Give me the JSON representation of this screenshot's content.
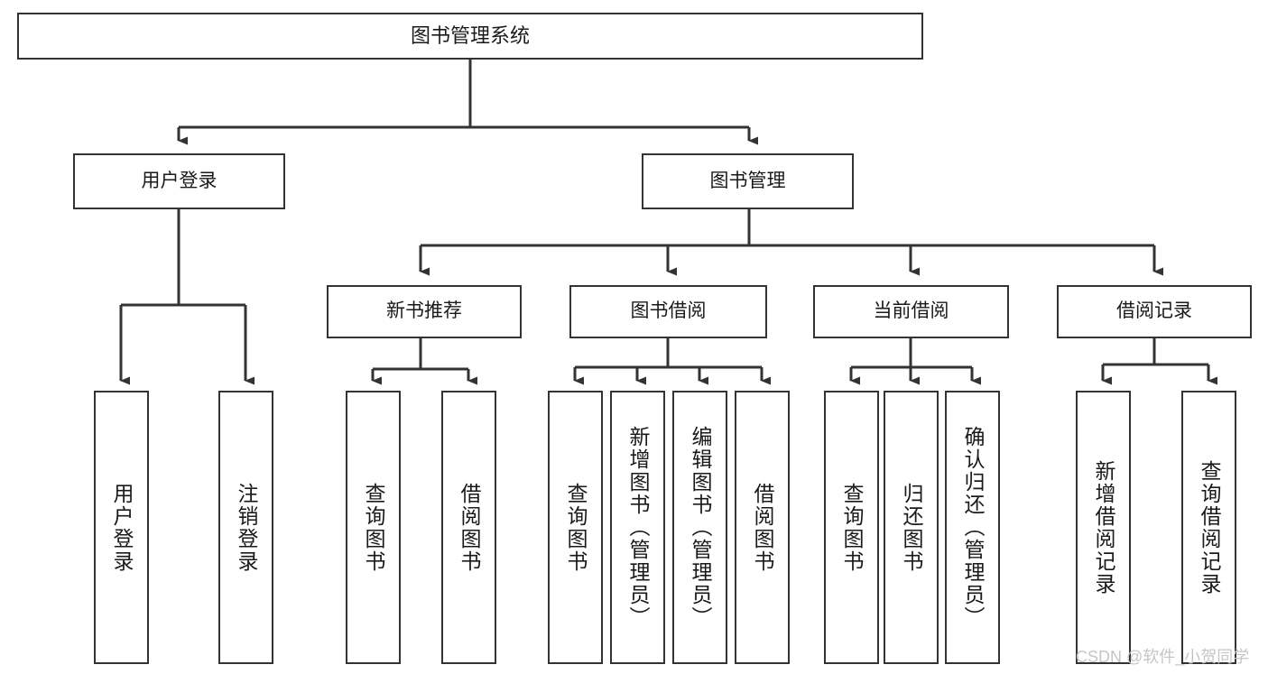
{
  "diagram": {
    "type": "tree-hierarchy-flowchart",
    "title": "图书管理系统",
    "background_color": "#ffffff",
    "box_border_color": "#333333",
    "connector_color": "#333333",
    "text_color": "#1a1a1a",
    "levels": [
      {
        "level": 1,
        "nodes": [
          {
            "id": "root",
            "label": "图书管理系统",
            "orientation": "horizontal"
          }
        ]
      },
      {
        "level": 2,
        "nodes": [
          {
            "id": "login",
            "label": "用户登录",
            "orientation": "horizontal",
            "parent": "root"
          },
          {
            "id": "bookmgmt",
            "label": "图书管理",
            "orientation": "horizontal",
            "parent": "root"
          }
        ]
      },
      {
        "level": 3,
        "nodes": [
          {
            "id": "newbook",
            "label": "新书推荐",
            "orientation": "horizontal",
            "parent": "bookmgmt"
          },
          {
            "id": "borrow",
            "label": "图书借阅",
            "orientation": "horizontal",
            "parent": "bookmgmt"
          },
          {
            "id": "current",
            "label": "当前借阅",
            "orientation": "horizontal",
            "parent": "bookmgmt"
          },
          {
            "id": "records",
            "label": "借阅记录",
            "orientation": "horizontal",
            "parent": "bookmgmt"
          }
        ]
      },
      {
        "level": 4,
        "nodes": [
          {
            "id": "leaf1",
            "label": "用户登录",
            "orientation": "vertical",
            "parent": "login"
          },
          {
            "id": "leaf2",
            "label": "注销登录",
            "orientation": "vertical",
            "parent": "login"
          },
          {
            "id": "leaf3",
            "label": "查询图书",
            "orientation": "vertical",
            "parent": "newbook"
          },
          {
            "id": "leaf4",
            "label": "借阅图书",
            "orientation": "vertical",
            "parent": "newbook"
          },
          {
            "id": "leaf5",
            "label": "查询图书",
            "orientation": "vertical",
            "parent": "borrow"
          },
          {
            "id": "leaf6",
            "label": "新增图书（管理员）",
            "orientation": "vertical",
            "parent": "borrow"
          },
          {
            "id": "leaf7",
            "label": "编辑图书（管理员）",
            "orientation": "vertical",
            "parent": "borrow"
          },
          {
            "id": "leaf8",
            "label": "借阅图书",
            "orientation": "vertical",
            "parent": "borrow"
          },
          {
            "id": "leaf9",
            "label": "查询图书",
            "orientation": "vertical",
            "parent": "current"
          },
          {
            "id": "leaf10",
            "label": "归还图书",
            "orientation": "vertical",
            "parent": "current"
          },
          {
            "id": "leaf11",
            "label": "确认归还（管理员）",
            "orientation": "vertical",
            "parent": "current"
          },
          {
            "id": "leaf12",
            "label": "新增借阅记录",
            "orientation": "vertical",
            "parent": "records"
          },
          {
            "id": "leaf13",
            "label": "查询借阅记录",
            "orientation": "vertical",
            "parent": "records"
          }
        ]
      }
    ]
  },
  "watermark": {
    "text": "CSDN @软件_小贺同学",
    "color": "#c6c6c6"
  }
}
